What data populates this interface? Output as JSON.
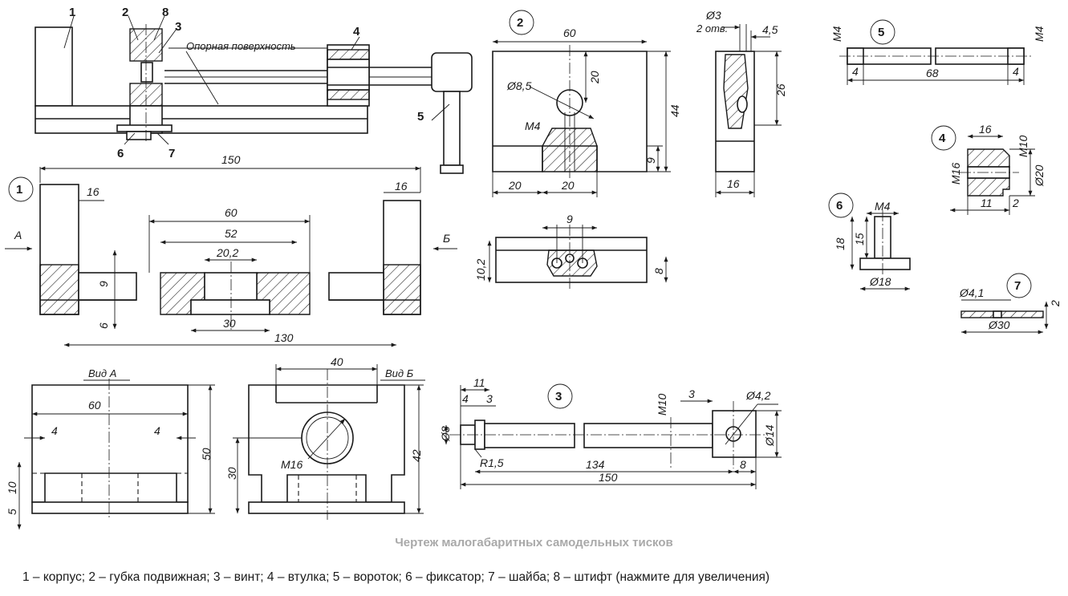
{
  "parts": {
    "n1": "1",
    "n2": "2",
    "n3": "3",
    "n4": "4",
    "n5": "5",
    "n6": "6",
    "n7": "7",
    "n8": "8"
  },
  "labels": {
    "support_surface": "Опорная поверхность",
    "arrow_a": "А",
    "arrow_b": "Б",
    "view_a": "Вид А",
    "view_b": "Вид Б",
    "two_holes": "2 отв."
  },
  "dims": {
    "d150": "150",
    "d16a": "16",
    "d16b": "16",
    "d60": "60",
    "d52": "52",
    "d20_2": "20,2",
    "d9": "9",
    "d6": "6",
    "d30": "30",
    "d130": "130",
    "p2_60": "60",
    "p2_d8_5": "Ø8,5",
    "p2_20v": "20",
    "p2_44": "44",
    "p2_m4": "M4",
    "p2_9": "9",
    "p2_20a": "20",
    "p2_20b": "20",
    "p2_top9": "9",
    "p2_10_2": "10,2",
    "p2_8": "8",
    "p2s_d3": "Ø3",
    "p2s_4_5": "4,5",
    "p2s_26": "26",
    "p2s_16": "16",
    "p5_m4a": "M4",
    "p5_m4b": "M4",
    "p5_4a": "4",
    "p5_68": "68",
    "p5_4b": "4",
    "p4_16": "16",
    "p4_m10": "M10",
    "p4_m16": "M16",
    "p4_d20": "Ø20",
    "p4_11": "11",
    "p4_2": "2",
    "p6_m4": "M4",
    "p6_18": "18",
    "p6_15": "15",
    "p6_d18": "Ø18",
    "p7_d4_1": "Ø4,1",
    "p7_2": "2",
    "p7_d30": "Ø30",
    "va_60": "60",
    "va_4a": "4",
    "va_4b": "4",
    "va_50": "50",
    "va_10": "10",
    "va_5": "5",
    "vb_40": "40",
    "vb_m16": "M16",
    "vb_30": "30",
    "vb_42": "42",
    "p3_11": "11",
    "p3_4": "4",
    "p3_3a": "3",
    "p3_d8": "Ø8",
    "p3_m10": "M10",
    "p3_3b": "3",
    "p3_d4_2": "Ø4,2",
    "p3_d14": "Ø14",
    "p3_r1_5": "R1,5",
    "p3_134": "134",
    "p3_8": "8",
    "p3_150": "150"
  },
  "caption": "Чертеж малогабаритных самодельных тисков",
  "legend": "1 – корпус; 2 – губка подвижная; 3 – винт; 4 – втулка; 5 – вороток; 6 – фиксатор; 7 – шайба; 8 – штифт (нажмите для увеличения)"
}
